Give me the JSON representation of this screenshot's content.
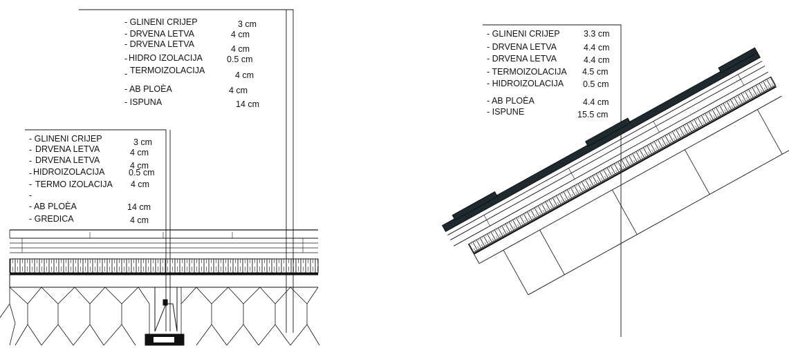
{
  "legend_top": {
    "layers": [
      {
        "name": "- GLINENI CRIJEP",
        "value": "3 cm"
      },
      {
        "name": "- DRVENA LETVA",
        "value": "4 cm"
      },
      {
        "name": "- DRVENA LETVA",
        "value": "4 cm"
      },
      {
        "name": "HIDRO IZOLACIJA",
        "value": "0.5 cm"
      },
      {
        "name": "TERMOIZOLACIJA",
        "value": "4 cm"
      },
      {
        "name": "- AB PLOÈA",
        "value": "4 cm"
      },
      {
        "name": "- ISPUNA",
        "value": "14 cm"
      }
    ]
  },
  "legend_bottom": {
    "layers": [
      {
        "name": "- GLINENI CRIJEP",
        "value": "3 cm"
      },
      {
        "name": "DRVENA LETVA",
        "value": "4 cm"
      },
      {
        "name": "DRVENA LETVA",
        "value": "4 cm"
      },
      {
        "name": "HIDROIZOLACIJA",
        "value": "0.5 cm"
      },
      {
        "name": "TERMO IZOLACIJA",
        "value": "4 cm"
      },
      {
        "name": "- AB PLOÈA",
        "value": "14 cm"
      },
      {
        "name": "- GREDICA",
        "value": "4 cm"
      }
    ]
  },
  "legend_right": {
    "layers": [
      {
        "name": "- GLINENI CRIJEP",
        "value": "3.3 cm"
      },
      {
        "name": "- DRVENA LETVA",
        "value": "4.4 cm"
      },
      {
        "name": "- DRVENA LETVA",
        "value": "4.4 cm"
      },
      {
        "name": "- TERMOIZOLACIJA",
        "value": "4.5 cm"
      },
      {
        "name": "- HIDROIZOLACIJA",
        "value": "0.5 cm"
      },
      {
        "name": "- AB PLOÈA",
        "value": "4.4 cm"
      },
      {
        "name": "- ISPUNE",
        "value": "15.5 cm"
      }
    ]
  },
  "colors": {
    "line": "#111111",
    "tile": "#1f2a30",
    "background": "#ffffff"
  }
}
